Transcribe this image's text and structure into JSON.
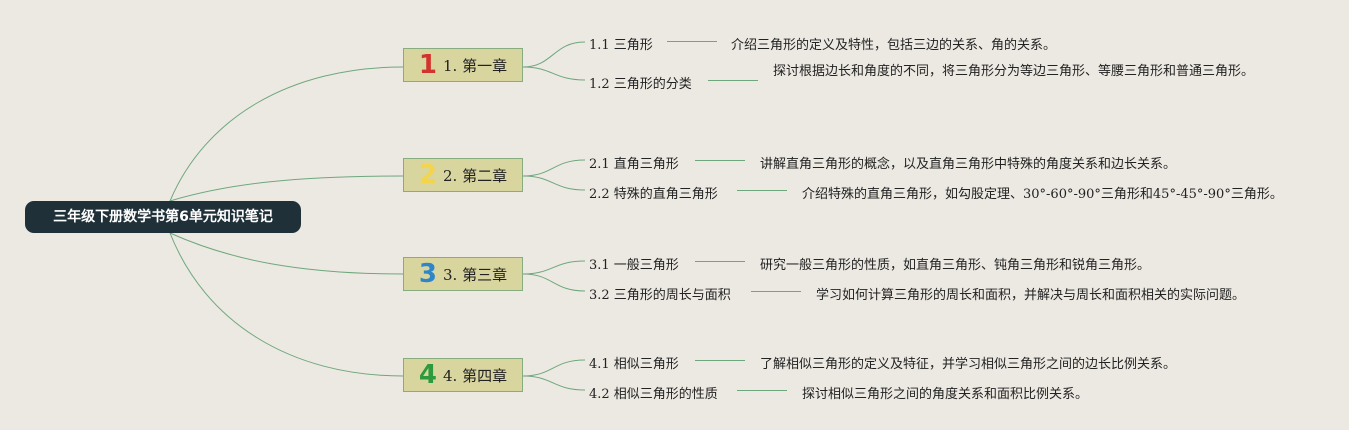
{
  "root": {
    "title": "三年级下册数学书第6单元知识笔记"
  },
  "chapters": [
    {
      "badge": "1",
      "badge_color": "#D0342C",
      "label": "1. 第一章",
      "topics": [
        {
          "title": "1.1 三角形",
          "desc": "介绍三角形的定义及特性，包括三边的关系、角的关系。"
        },
        {
          "title": "1.2 三角形的分类",
          "desc": "探讨根据边长和角度的不同，将三角形分为等边三角形、等腰三角形和普通三角形。"
        }
      ]
    },
    {
      "badge": "2",
      "badge_color": "#F3D44A",
      "label": "2. 第二章",
      "topics": [
        {
          "title": "2.1 直角三角形",
          "desc": "讲解直角三角形的概念，以及直角三角形中特殊的角度关系和边长关系。"
        },
        {
          "title": "2.2 特殊的直角三角形",
          "desc": "介绍特殊的直角三角形，如勾股定理、30°-60°-90°三角形和45°-45°-90°三角形。"
        }
      ]
    },
    {
      "badge": "3",
      "badge_color": "#2E86C8",
      "label": "3. 第三章",
      "topics": [
        {
          "title": "3.1 一般三角形",
          "desc": "研究一般三角形的性质，如直角三角形、钝角三角形和锐角三角形。"
        },
        {
          "title": "3.2 三角形的周长与面积",
          "desc": "学习如何计算三角形的周长和面积，并解决与周长和面积相关的实际问题。"
        }
      ]
    },
    {
      "badge": "4",
      "badge_color": "#2E9A3E",
      "label": "4. 第四章",
      "topics": [
        {
          "title": "4.1 相似三角形",
          "desc": "了解相似三角形的定义及特征，并学习相似三角形之间的边长比例关系。"
        },
        {
          "title": "4.2 相似三角形的性质",
          "desc": "探讨相似三角形之间的角度关系和面积比例关系。"
        }
      ]
    }
  ]
}
